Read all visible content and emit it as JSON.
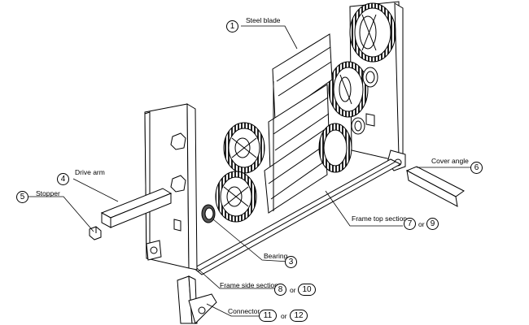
{
  "labels": {
    "steel_blade": "Steel blade",
    "drive_arm": "Drive arm",
    "stopper": "Stopper",
    "cover_angle": "Cover angle",
    "frame_top_section": "Frame top section",
    "bearing": "Bearing",
    "frame_side_section": "Frame side section",
    "connector": "Connector",
    "or": "or"
  },
  "callouts": {
    "n1": "1",
    "n3": "3",
    "n4": "4",
    "n5": "5",
    "n6": "6",
    "n7": "7",
    "n8": "8",
    "n9": "9",
    "n10": "10",
    "n11": "11",
    "n12": "12"
  }
}
